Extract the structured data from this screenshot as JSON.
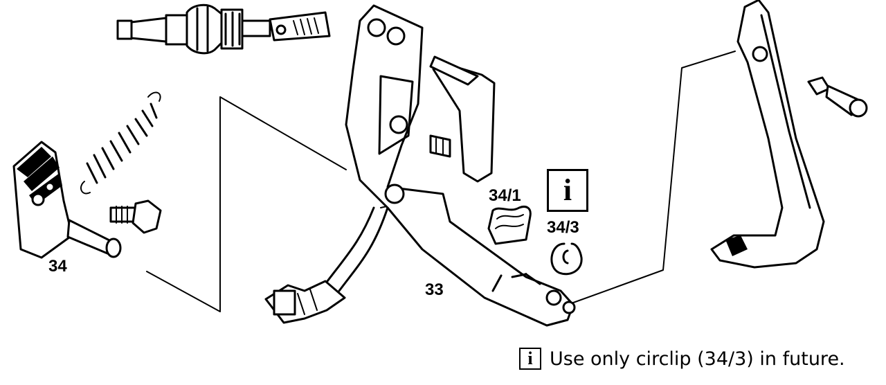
{
  "labels": {
    "part_34": "34",
    "part_33": "33",
    "part_34_1": "34/1",
    "part_34_3": "34/3"
  },
  "info_glyph": "i",
  "note": {
    "glyph": "i",
    "text": "Use only circlip (34/3) in future."
  }
}
